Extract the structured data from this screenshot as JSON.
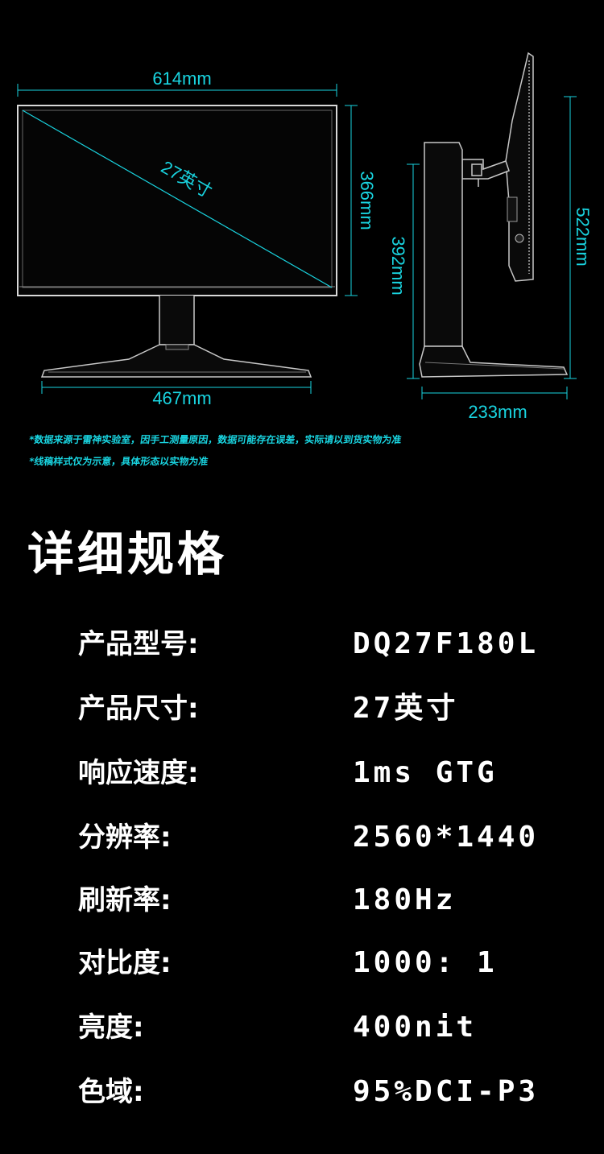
{
  "diagram": {
    "dimensions": {
      "front_width": "614mm",
      "diagonal": "27英寸",
      "panel_height": "366mm",
      "base_width": "467mm",
      "side_height_low": "392mm",
      "side_height_high": "522mm",
      "side_depth": "233mm"
    },
    "accent_color": "#19d4e0",
    "outline_color": "#ffffff"
  },
  "notes": [
    "*数据来源于雷神实验室，因手工测量原因，数据可能存在误差，实际请以到货实物为准",
    "*线稿样式仅为示意，具体形态以实物为准"
  ],
  "specs": {
    "title": "详细规格",
    "rows": [
      {
        "label": "产品型号:",
        "value": "DQ27F180L"
      },
      {
        "label": "产品尺寸:",
        "value": "27英寸"
      },
      {
        "label": "响应速度:",
        "value": "1ms GTG"
      },
      {
        "label": "分辨率:",
        "value": "2560*1440"
      },
      {
        "label": "刷新率:",
        "value": "180Hz"
      },
      {
        "label": "对比度:",
        "value": "1000: 1"
      },
      {
        "label": "亮度:",
        "value": "400nit"
      },
      {
        "label": "色域:",
        "value": "95%DCI-P3"
      }
    ]
  }
}
